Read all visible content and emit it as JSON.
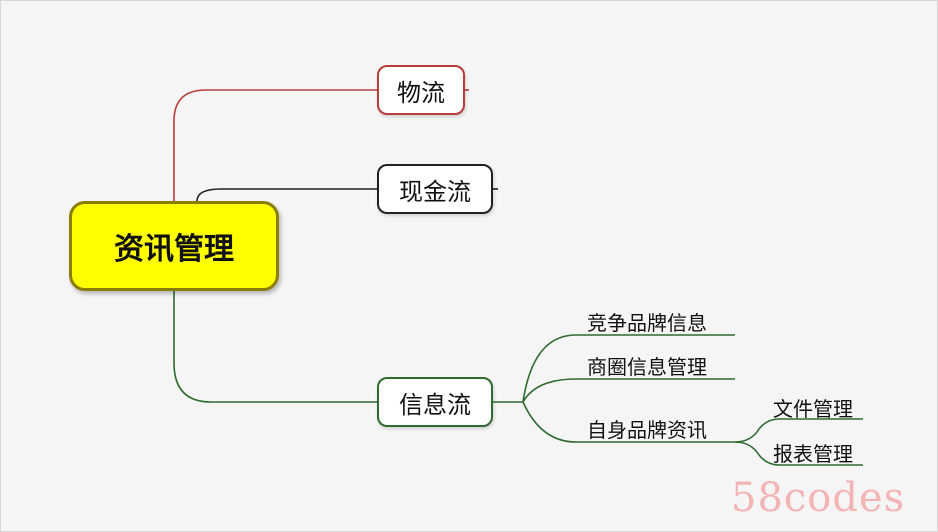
{
  "mindmap": {
    "root": "资讯管理",
    "branches": {
      "logistics": "物流",
      "cash_flow": "现金流",
      "info_flow": "信息流"
    },
    "info_flow_children": {
      "competitor_info": "竞争品牌信息",
      "trade_area_info": "商圈信息管理",
      "own_brand_info": "自身品牌资讯"
    },
    "own_brand_children": {
      "file_management": "文件管理",
      "report_management": "报表管理"
    }
  },
  "colors": {
    "root_fill": "#ffff00",
    "logistics_link": "#b83c3c",
    "cash_flow_link": "#222222",
    "info_flow_link": "#2f6b2f"
  },
  "watermark": "58codes"
}
